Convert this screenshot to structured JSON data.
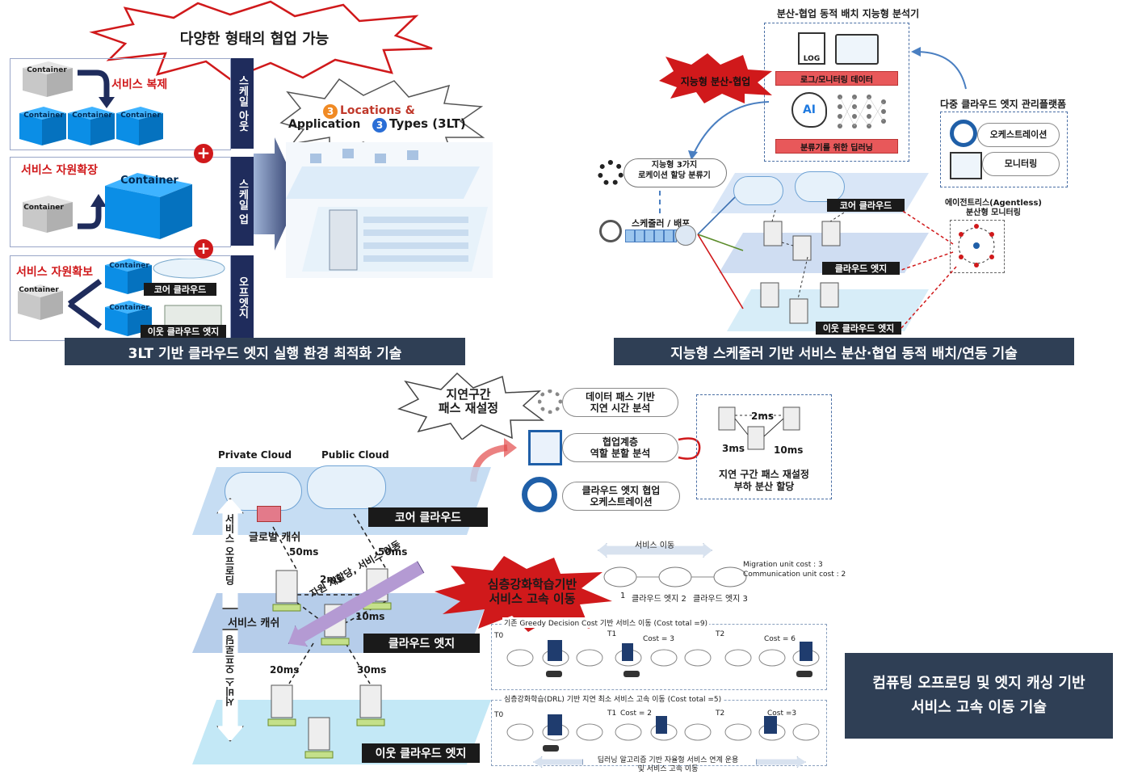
{
  "tl": {
    "burst_title": "다양한 형태의 협업 가능",
    "container": "Container",
    "service_copy": "서비스 복제",
    "scale_expand": "서비스 자원확장",
    "scale_secure": "서비스 자원확보",
    "band_scaleout": "스케일 아웃",
    "band_scaleup": "스케일 업",
    "band_offedge": "오프엣지",
    "core_cloud": "코어 클라우드",
    "neighbor_edge": "이웃 클라우드 엣지",
    "loc_num": "3",
    "loc_text": "Locations &",
    "app_text": "Application",
    "types_num": "3",
    "types_text": "Types (3LT)",
    "caption": "3LT 기반 클라우드 엣지 실행 환경 최적화 기술"
  },
  "tr": {
    "analyzer_title": "분산-협업 동적 배치 지능형 분석기",
    "log_label": "LOG",
    "log_data": "로그/모니터링 데이터",
    "ai_label": "AI",
    "deep_learning": "분류기를 위한 딥러닝",
    "burst": "지능형 분산-협업",
    "classifier": "지능형 3가지\n로케이션 할당 분류기",
    "scheduler": "스케줄러 / 배포",
    "mgmt_title": "다중 클라우드 엣지 관리플랫폼",
    "orchestration": "오케스트레이션",
    "monitoring": "모니터링",
    "agentless": "에이전트리스(Agentless)\n분산형 모니터링",
    "core_cloud": "코어 클라우드",
    "cloud_edge": "클라우드 엣지",
    "neighbor_edge": "이웃 클라우드 엣지",
    "caption": "지능형 스케줄러 기반 서비스 분산·협업 동적 배치/연동 기술"
  },
  "bottom": {
    "burst_path": "지연구간\n패스 재설정",
    "path_analysis": "데이터 패스 기반\n지연 시간 분석",
    "role_split": "협업계층\n역할 분할 분석",
    "orchestration": "클라우드 엣지 협업\n오케스트레이션",
    "ms_2": "2ms",
    "ms_3": "3ms",
    "ms_10": "10ms",
    "reassign": "지연 구간 패스 재설정\n부하 분산 할당",
    "private_cloud": "Private Cloud",
    "public_cloud": "Public Cloud",
    "core_cloud": "코어 클라우드",
    "global_cache": "글로벌 캐쉬",
    "offload_up": "서비스 오프로딩",
    "offload_down": "서비스 오프로딩",
    "ms50a": "50ms",
    "ms50b": "50ms",
    "ms2": "2ms",
    "ms10": "10ms",
    "ms20": "20ms",
    "ms30": "30ms",
    "service_cache": "서비스 캐쉬",
    "cloud_edge": "클라우드 엣지",
    "neighbor_edge": "이웃 클라우드 엣지",
    "realloc": "자원 재할당, 서비스 이동",
    "drl_burst": "심층강화학습기반\n서비스 고속 이동",
    "service_move": "서비스 이동",
    "mig_cost": "Migration unit cost : 3",
    "comm_cost": "Communication unit cost : 2",
    "greedy_title": "기존 Greedy Decision Cost 기반 서비스 이동 (Cost total =9)",
    "drl_title": "심층강화학습(DRL) 기반 지연 최소 서비스 고속 이동 (Cost total =5)",
    "t0": "T0",
    "t1": "T1",
    "t2": "T2",
    "cost3": "Cost = 3",
    "cost6": "Cost = 6",
    "cost2": "Cost = 2",
    "cost3b": "Cost =3",
    "edge2": "클라우드 엣지 2",
    "edge3": "클라우드 엣지 3",
    "edge1": "1",
    "footer": "딥러닝 알고리즘 기반 자율형 서비스 연계 운용\n및 서비스 고속 이동",
    "caption": "컴퓨팅 오프로딩 및 엣지 캐싱 기반\n서비스 고속 이동 기술"
  }
}
